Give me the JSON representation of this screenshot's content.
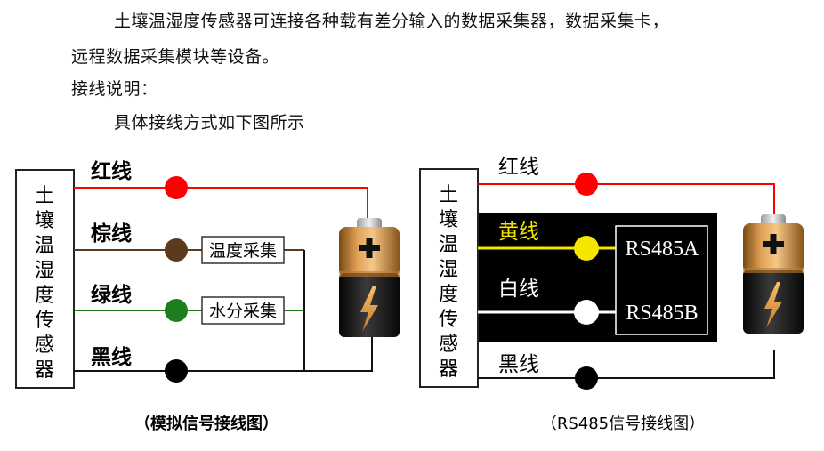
{
  "document": {
    "paragraph_1": "土壤温湿度传感器可连接各种载有差分输入的数据采集器，数据采集卡，",
    "paragraph_2": "远程数据采集模块等设备。",
    "heading": "接线说明：",
    "paragraph_3": "具体接线方式如下图所示"
  },
  "diagrams": {
    "sensor_chars": [
      "土",
      "壤",
      "温",
      "湿",
      "度",
      "传",
      "感",
      "器"
    ],
    "analog": {
      "caption": "（模拟信号接线图）",
      "wires": [
        {
          "label": "红线",
          "color": "#ff0000"
        },
        {
          "label": "棕线",
          "color": "#5c3a1e"
        },
        {
          "label": "绿线",
          "color": "#1e7d1e"
        },
        {
          "label": "黑线",
          "color": "#000000"
        }
      ],
      "collector_boxes": [
        "温度采集",
        "水分采集"
      ]
    },
    "rs485": {
      "caption": "（RS485信号接线图）",
      "wires": [
        {
          "label": "红线",
          "color": "#ff0000"
        },
        {
          "label": "黄线",
          "color": "#f5e600"
        },
        {
          "label": "白线",
          "color": "#ffffff"
        },
        {
          "label": "黑线",
          "color": "#000000"
        }
      ],
      "terminals": [
        "RS485A",
        "RS485B"
      ]
    },
    "battery": {
      "plus_symbol": "+",
      "icon": "lightning-bolt-icon"
    }
  }
}
